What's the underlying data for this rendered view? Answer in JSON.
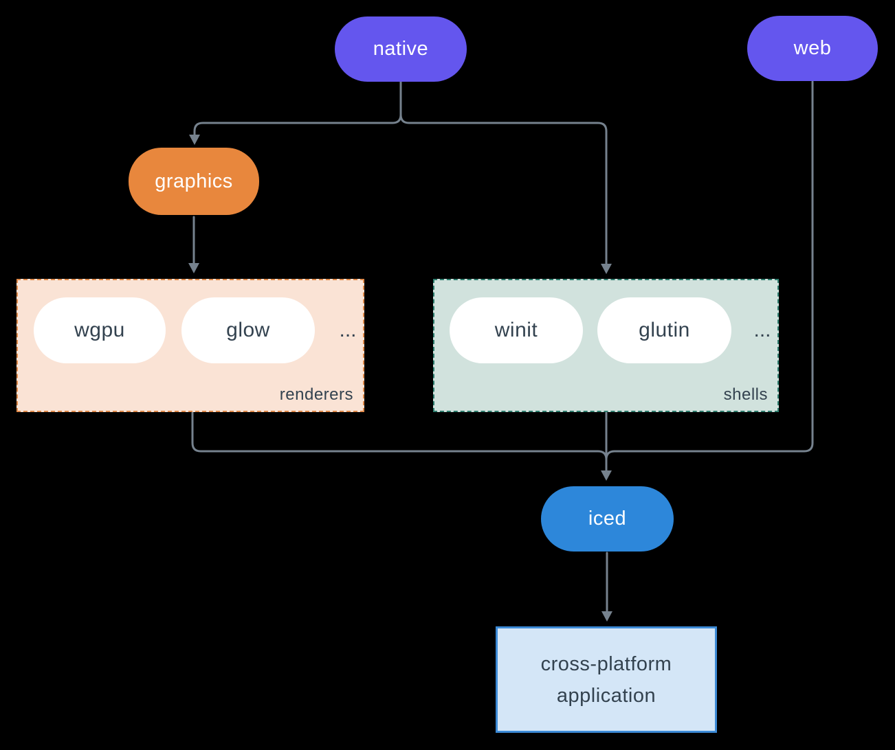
{
  "diagram": {
    "background": "#000000",
    "edge_color": "#76828e",
    "nodes": {
      "native": {
        "label": "native",
        "fill": "#6456ee",
        "text_color": "#ffffff",
        "shape": "pill"
      },
      "web": {
        "label": "web",
        "fill": "#6456ee",
        "text_color": "#ffffff",
        "shape": "pill"
      },
      "graphics": {
        "label": "graphics",
        "fill": "#e8873d",
        "text_color": "#ffffff",
        "shape": "pill"
      },
      "wgpu": {
        "label": "wgpu",
        "fill": "#ffffff",
        "text_color": "#33424f",
        "shape": "pill"
      },
      "glow": {
        "label": "glow",
        "fill": "#ffffff",
        "text_color": "#33424f",
        "shape": "pill"
      },
      "winit": {
        "label": "winit",
        "fill": "#ffffff",
        "text_color": "#33424f",
        "shape": "pill"
      },
      "glutin": {
        "label": "glutin",
        "fill": "#ffffff",
        "text_color": "#33424f",
        "shape": "pill"
      },
      "iced": {
        "label": "iced",
        "fill": "#2d87da",
        "text_color": "#ffffff",
        "shape": "pill"
      },
      "application": {
        "line1": "cross-platform",
        "line2": "application",
        "fill": "#d4e6f7",
        "border": "#3c8ad6",
        "text_color": "#33424f",
        "shape": "rectangle"
      }
    },
    "groups": {
      "renderers": {
        "label": "renderers",
        "ellipsis": "...",
        "fill": "#fae3d5",
        "border": "#e08a4a",
        "border_style": "dashed",
        "members": [
          "wgpu",
          "glow"
        ]
      },
      "shells": {
        "label": "shells",
        "ellipsis": "...",
        "fill": "#d1e2dd",
        "border": "#2e7d6e",
        "border_style": "dashed",
        "members": [
          "winit",
          "glutin"
        ]
      }
    },
    "edges": [
      {
        "from": "native",
        "to": "graphics"
      },
      {
        "from": "native",
        "to": "shells"
      },
      {
        "from": "graphics",
        "to": "renderers"
      },
      {
        "from": "renderers",
        "to": "iced"
      },
      {
        "from": "shells",
        "to": "iced"
      },
      {
        "from": "web",
        "to": "iced"
      },
      {
        "from": "iced",
        "to": "application"
      }
    ]
  }
}
